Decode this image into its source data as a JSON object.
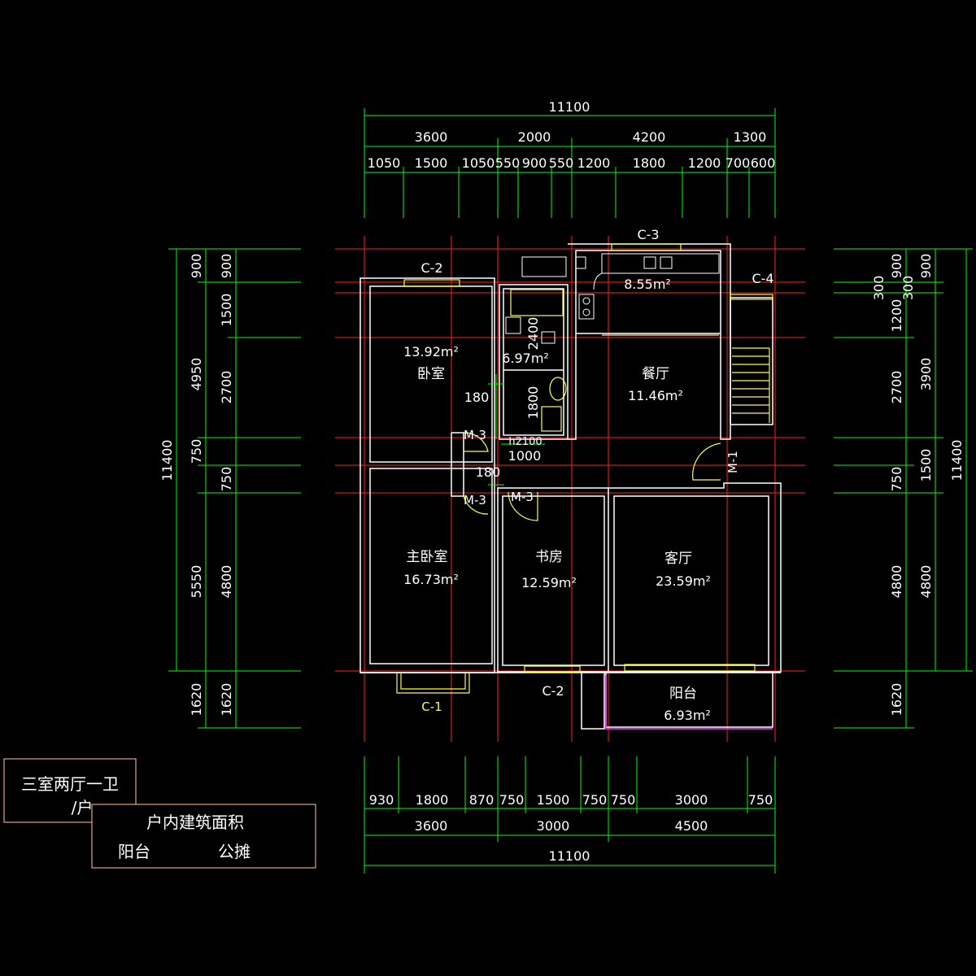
{
  "dims": {
    "top_total": "11100",
    "top_mid": [
      "3600",
      "2000",
      "4200",
      "1300"
    ],
    "top_fine": [
      "1050",
      "1500",
      "1050",
      "550",
      "900",
      "550",
      "1200",
      "1800",
      "1200",
      "700",
      "600"
    ],
    "bottom_fine": [
      "930",
      "1800",
      "870",
      "750",
      "1500",
      "750",
      "750",
      "3000",
      "750"
    ],
    "bottom_mid": [
      "3600",
      "3000",
      "4500"
    ],
    "bottom_total": "11100",
    "left_total": "11400",
    "left_mid": [
      "900",
      "4950",
      "750",
      "5550",
      "1620"
    ],
    "left_fine": [
      "900",
      "1500",
      "2700",
      "750",
      "4800",
      "1620"
    ],
    "right_fine": [
      "300",
      "900",
      "1200",
      "2700",
      "750",
      "4800",
      "1620"
    ],
    "right_mid": [
      "900",
      "300",
      "3900",
      "1500",
      "4800"
    ],
    "right_total": "11400",
    "inner": [
      "2400",
      "1800",
      "180",
      "180",
      "1000",
      "h2100"
    ]
  },
  "rooms": {
    "bedroom": {
      "name": "卧室",
      "area": "13.92m²"
    },
    "bathroom": {
      "area": "6.97m²"
    },
    "kitchen": {
      "area": "8.55m²"
    },
    "dining": {
      "name": "餐厅",
      "area": "11.46m²"
    },
    "master": {
      "name": "主卧室",
      "area": "16.73m²"
    },
    "study": {
      "name": "书房",
      "area": "12.59m²"
    },
    "living": {
      "name": "客厅",
      "area": "23.59m²"
    },
    "balcony": {
      "name": "阳台",
      "area": "6.93m²"
    }
  },
  "labels": {
    "windows": [
      "C-2",
      "C-3",
      "C-4",
      "C-1",
      "C-2"
    ],
    "doors": [
      "M-3",
      "M-3",
      "M-3",
      "M-1"
    ]
  },
  "legend": {
    "title_line1": "三室两厅一卫",
    "title_line2": "/户",
    "header": "户内建筑面积",
    "col1": "阳台",
    "col2": "公摊"
  },
  "colors": {
    "wall": "#ffffff",
    "axis": "#ff2020",
    "dimension": "#00ff00",
    "fixture": "#ffff33",
    "legend_border": "#ffc8a0",
    "balcony_rail": "#ff33ff"
  }
}
